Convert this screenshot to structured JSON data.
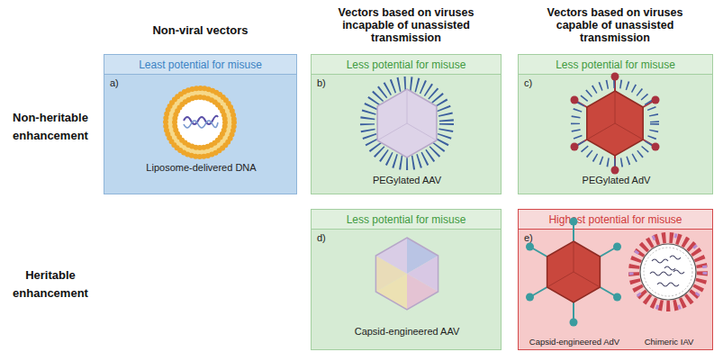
{
  "diagram": {
    "nodes": [
      {
        "text": [
          "Least potential for misuse",
          "a)",
          "Liposome-delivered DNA"
        ]
      },
      {
        "text": [
          "Less potential for misuse",
          "b)",
          "PEGylated AAV"
        ]
      },
      {
        "text": [
          "Less potential for misuse",
          "c)",
          "PEGylated AdV"
        ]
      },
      {
        "text": [
          "Less potential for misuse",
          "d)",
          "Capsid-engineered AAV"
        ]
      },
      {
        "text": [
          "Highest potential for misuse",
          "e)",
          "Capsid-engineered AdV",
          "Chimeric IAV"
        ]
      }
    ],
    "labels": [
      "Non-viral vectors",
      "Vectors based on viruses incapable of unassisted transmission",
      "Vectors based on viruses capable of unassisted transmission",
      "Non-heritable enhancement",
      "Heritable enhancement"
    ]
  }
}
